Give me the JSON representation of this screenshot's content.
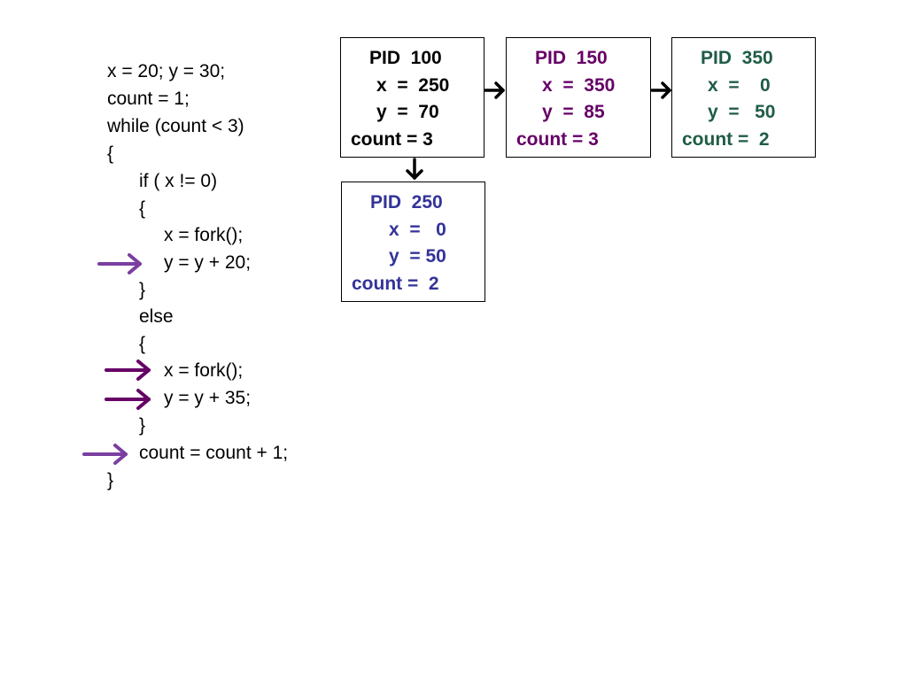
{
  "code": [
    "x = 20; y = 30;",
    "count = 1;",
    "while (count < 3)",
    "{",
    "if ( x != 0)",
    "{",
    "x = fork();",
    "y = y + 20;",
    "}",
    "else",
    "{",
    "x = fork();",
    "y = y + 35;",
    "}",
    "count = count + 1;",
    "}"
  ],
  "processes": [
    {
      "pid": "PID  100",
      "x": "x  =  250",
      "y": "y  =  70",
      "count": "count = 3",
      "color": "#000000"
    },
    {
      "pid": "PID  150",
      "x": "x  =  350",
      "y": "y  =  85",
      "count": "count = 3",
      "color": "#660066"
    },
    {
      "pid": "PID  350",
      "x": "x  =    0",
      "y": "y  =   50",
      "count": "count =  2",
      "color": "#1f5c45"
    },
    {
      "pid": "PID  250",
      "x": "x  =   0",
      "y": "y  = 50",
      "count": "count =  2",
      "color": "#333399"
    }
  ],
  "colors": {
    "pointer_arrow_light": "#7a3fa0",
    "pointer_arrow_dark": "#660066",
    "connector_arrow": "#000000"
  }
}
